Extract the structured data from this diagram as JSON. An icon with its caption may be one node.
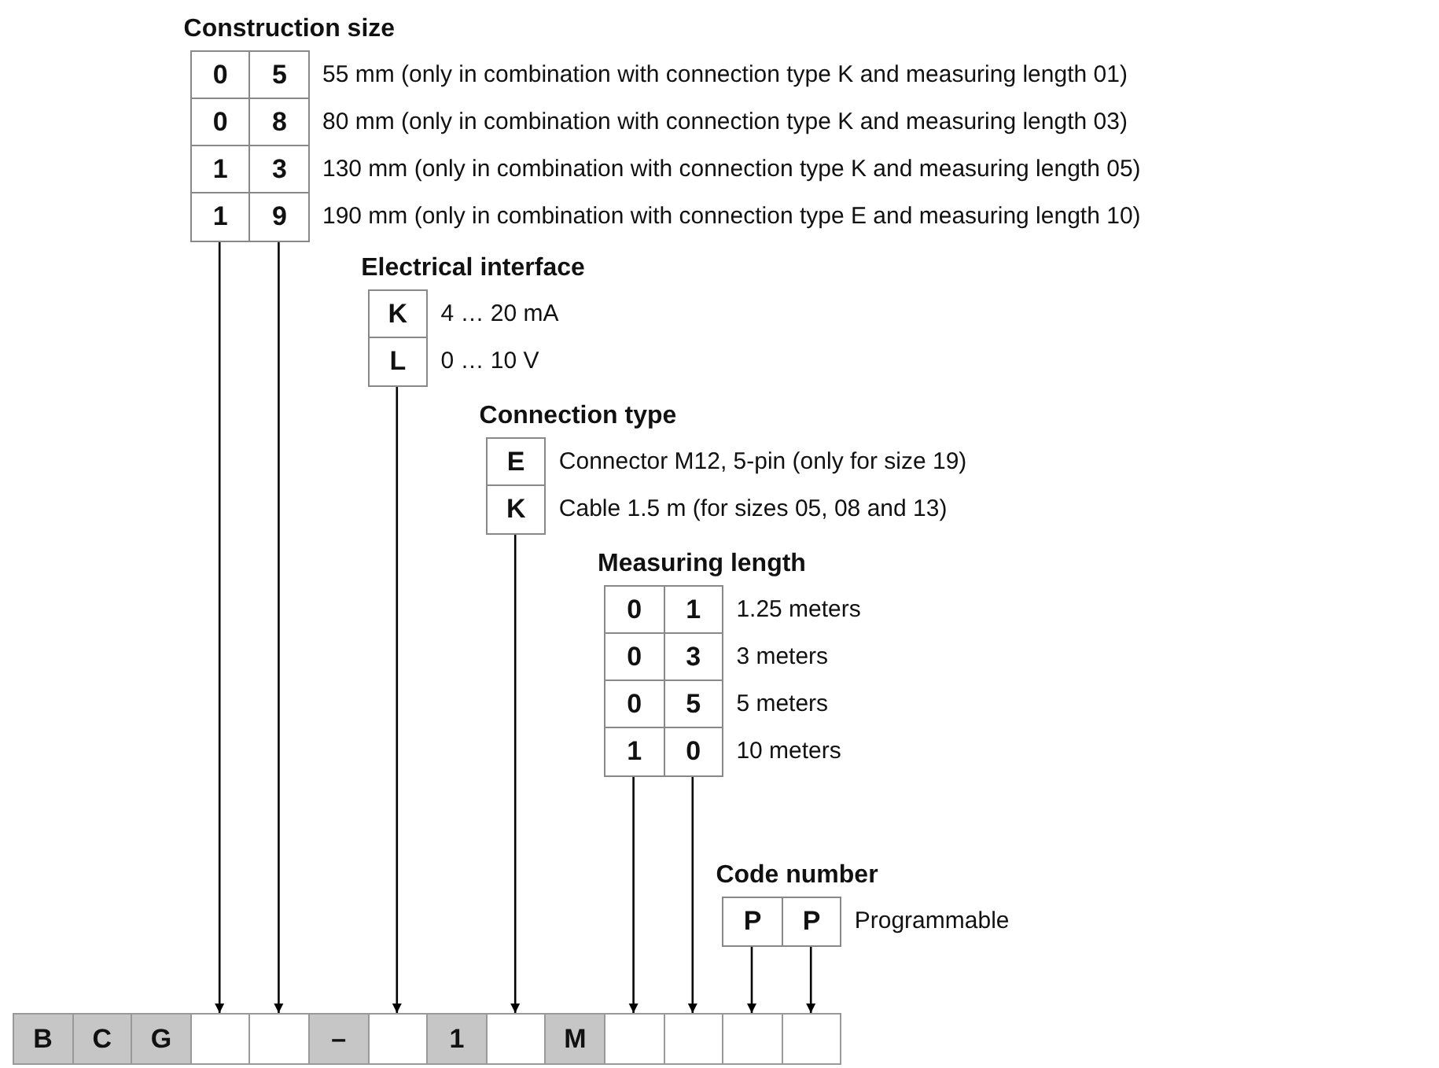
{
  "diagram": {
    "nodes": [
      {
        "text": [
          "Construction size",
          "55 mm (only in combination with connection type K and measuring length 01)",
          "80 mm (only in combination with connection type K and measuring length 03)",
          "130 mm (only in combination with connection type K and measuring length 05)",
          "190 mm (only in combination with connection type E and measuring length 10)"
        ]
      },
      {
        "text": [
          "0",
          "0",
          "1",
          "1"
        ],
        "in": 0
      },
      {
        "text": [
          "5",
          "8",
          "3",
          "9"
        ],
        "in": 0
      },
      {
        "text": [
          "Electrical interface",
          "4 … 20 mA",
          "0 … 10 V"
        ]
      },
      {
        "text": [
          "K",
          "L"
        ],
        "in": 3
      },
      {
        "text": [
          "Connection type",
          "Connector M12, 5-pin (only for size 19)",
          "Cable 1.5 m (for sizes 05, 08 and 13)"
        ]
      },
      {
        "text": [
          "E",
          "K"
        ],
        "in": 5
      },
      {
        "text": [
          "Measuring length",
          "1.25 meters",
          "3 meters",
          "5 meters",
          "10 meters"
        ]
      },
      {
        "text": [
          "0",
          "0",
          "0",
          "1"
        ],
        "in": 7
      },
      {
        "text": [
          "1",
          "3",
          "5",
          "0"
        ],
        "in": 7
      },
      {
        "text": [
          "Code number",
          "Programmable"
        ]
      },
      {
        "text": [
          "P"
        ],
        "in": 10
      },
      {
        "text": [
          "P"
        ],
        "in": 10
      },
      {
        "text": [
          "B"
        ]
      },
      {
        "text": [
          "C"
        ]
      },
      {
        "text": [
          "G"
        ]
      },
      {
        "text": [],
        "shape": "box"
      },
      {
        "text": [],
        "shape": "box"
      },
      {
        "text": [
          "–"
        ]
      },
      {
        "text": [],
        "shape": "box"
      },
      {
        "text": [
          "1"
        ]
      },
      {
        "text": [],
        "shape": "box"
      },
      {
        "text": [
          "M"
        ]
      },
      {
        "text": [],
        "shape": "box"
      },
      {
        "text": [],
        "shape": "box"
      },
      {
        "text": [],
        "shape": "box"
      },
      {
        "text": [],
        "shape": "box"
      }
    ],
    "edges": [
      {
        "from": 1,
        "to": 16,
        "arrow": "to"
      },
      {
        "from": 2,
        "to": 17,
        "arrow": "to"
      },
      {
        "from": 4,
        "to": 19,
        "arrow": "to"
      },
      {
        "from": 6,
        "to": 21,
        "arrow": "to"
      },
      {
        "from": 8,
        "to": 23,
        "arrow": "to"
      },
      {
        "from": 9,
        "to": 24,
        "arrow": "to"
      },
      {
        "from": 11,
        "to": 25,
        "arrow": "to"
      },
      {
        "from": 12,
        "to": 26,
        "arrow": "to"
      }
    ]
  }
}
